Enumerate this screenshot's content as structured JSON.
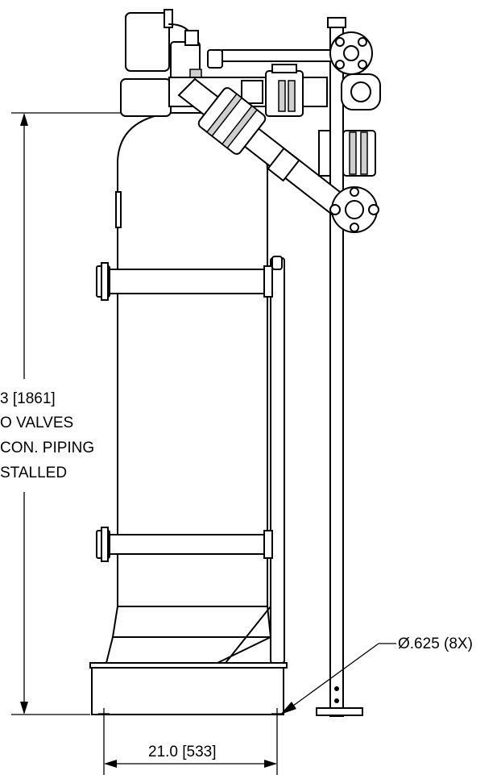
{
  "height_note": {
    "lines": [
      "3 [1861]",
      "O VALVES",
      "CON. PIPING",
      "STALLED"
    ]
  },
  "width_dimension": {
    "text": "21.0 [533]"
  },
  "hole_callout": {
    "text": "Ø.625 (8X)"
  },
  "colors": {
    "line": "#000000",
    "background": "#ffffff",
    "hatch": "#cfcfcf"
  }
}
